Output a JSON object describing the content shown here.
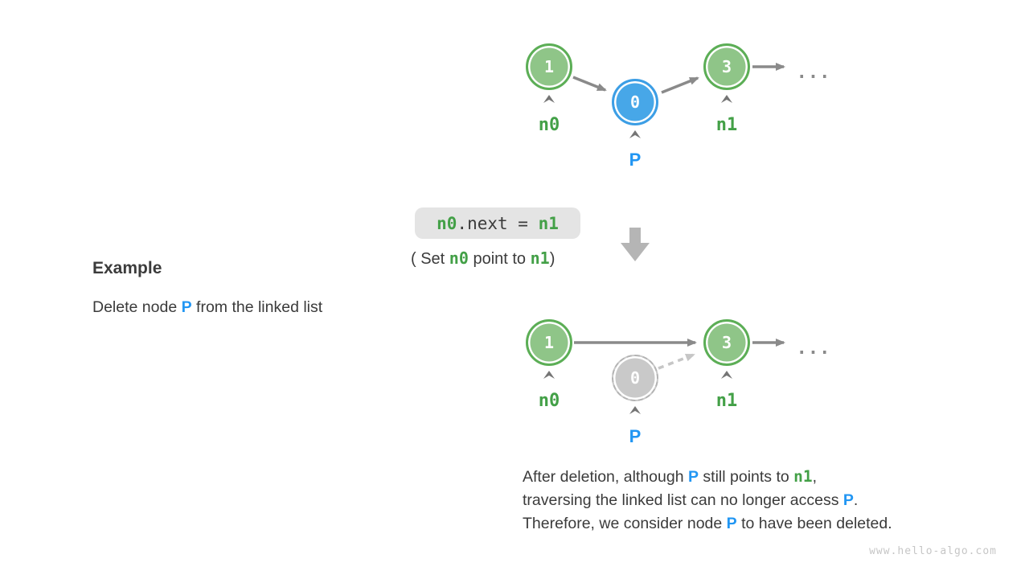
{
  "colors": {
    "green_text": "#43A047",
    "blue_text": "#2196F3",
    "node_green_fill": "#8FC588",
    "node_green_border": "#5CAE56",
    "node_blue_fill": "#47A7E8",
    "node_gray_fill": "#C9C9C9",
    "arrow_gray": "#8A8A8A",
    "arrow_light_gray": "#C6C6C6",
    "code_box_bg": "#E4E4E4",
    "text_dark": "#3B3B3B"
  },
  "example": {
    "title": "Example",
    "subtitle": [
      {
        "t": "Delete node ",
        "c": ""
      },
      {
        "t": "P",
        "c": "p-blue"
      },
      {
        "t": " from the linked list",
        "c": ""
      }
    ]
  },
  "code": {
    "snippet": [
      {
        "t": "n0",
        "c": "mono-green"
      },
      {
        "t": ".next = ",
        "c": "code-dark"
      },
      {
        "t": "n1",
        "c": "mono-green"
      }
    ],
    "caption": [
      {
        "t": "( Set ",
        "c": ""
      },
      {
        "t": "n0",
        "c": "mono-green"
      },
      {
        "t": " point to ",
        "c": ""
      },
      {
        "t": "n1",
        "c": "mono-green"
      },
      {
        "t": ")",
        "c": ""
      }
    ]
  },
  "diagram_top": {
    "description": "linked list before deletion",
    "nodes": [
      {
        "value": "1",
        "label": "n0"
      },
      {
        "value": "0",
        "label": "P"
      },
      {
        "value": "3",
        "label": "n1"
      }
    ],
    "ellipsis": "..."
  },
  "diagram_bottom": {
    "description": "linked list after deletion",
    "nodes": [
      {
        "value": "1",
        "label": "n0"
      },
      {
        "value": "0",
        "label": "P"
      },
      {
        "value": "3",
        "label": "n1"
      }
    ],
    "ellipsis": "..."
  },
  "note": {
    "lines": [
      [
        {
          "t": "After deletion, although ",
          "c": ""
        },
        {
          "t": "P",
          "c": "p-blue"
        },
        {
          "t": " still points to ",
          "c": ""
        },
        {
          "t": "n1",
          "c": "mono-green"
        },
        {
          "t": ",",
          "c": ""
        }
      ],
      [
        {
          "t": "traversing the linked list can no longer access ",
          "c": ""
        },
        {
          "t": "P",
          "c": "p-blue"
        },
        {
          "t": ".",
          "c": ""
        }
      ],
      [
        {
          "t": "Therefore, we consider node ",
          "c": ""
        },
        {
          "t": "P",
          "c": "p-blue"
        },
        {
          "t": " to have been deleted.",
          "c": ""
        }
      ]
    ]
  },
  "watermark": "www.hello-algo.com"
}
